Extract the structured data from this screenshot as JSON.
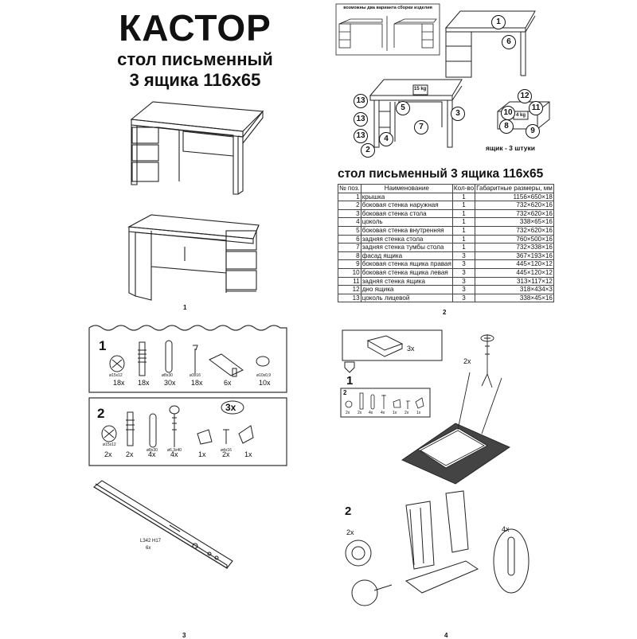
{
  "page1": {
    "title": "КАСТОР",
    "subtitle1": "стол письменный",
    "subtitle2": "3 ящика 116х65",
    "page_number": "1"
  },
  "page2": {
    "variant_note": "возможны два варианта сборки изделия",
    "weight_top": "15 kg",
    "weight_drawer": "4 kg",
    "drawer_caption": "ящик - 3 штуки",
    "callouts_main": [
      "1",
      "6"
    ],
    "callouts_exploded": [
      "13",
      "5",
      "3",
      "13",
      "13",
      "7",
      "4",
      "2"
    ],
    "callouts_drawer": [
      "12",
      "10",
      "11",
      "8",
      "9"
    ],
    "table_title": "стол письменный 3 ящика 116х65",
    "table_headers": [
      "№ поз.",
      "Наименование",
      "Кол-во",
      "Габаритные размеры, мм"
    ],
    "table_rows": [
      [
        "1",
        "крышка",
        "1",
        "1156×650×18"
      ],
      [
        "2",
        "боковая стенка наружная",
        "1",
        "732×620×16"
      ],
      [
        "3",
        "боковая стенка стола",
        "1",
        "732×620×16"
      ],
      [
        "4",
        "цоколь",
        "1",
        "338×65×16"
      ],
      [
        "5",
        "боковая стенка  внутренняя",
        "1",
        "732×620×16"
      ],
      [
        "6",
        "задняя стенка стола",
        "1",
        "760×500×16"
      ],
      [
        "7",
        "задняя стенка тумбы стола",
        "1",
        "732×338×16"
      ],
      [
        "8",
        "фасад ящика",
        "3",
        "367×193×16"
      ],
      [
        "9",
        "боковая стенка ящика правая",
        "3",
        "445×120×12"
      ],
      [
        "10",
        "боковая стенка ящика левая",
        "3",
        "445×120×12"
      ],
      [
        "11",
        "задняя стенка ящика",
        "3",
        "313×117×12"
      ],
      [
        "12",
        "дно ящика",
        "3",
        "318×434×3"
      ],
      [
        "13",
        "цоколь лицевой",
        "3",
        "338×45×16"
      ]
    ],
    "page_number": "2"
  },
  "page3": {
    "kit1": {
      "number": "1",
      "items": [
        {
          "label": "ø15x12",
          "count": "18x"
        },
        {
          "label": "",
          "count": "18x"
        },
        {
          "label": "ø8x30",
          "count": "30x"
        },
        {
          "label": "ø3x16",
          "count": "18x"
        },
        {
          "label": "",
          "count": "6x"
        },
        {
          "label": "ø10x0,9",
          "count": "10x"
        }
      ]
    },
    "kit2": {
      "number": "2",
      "multiplier": "3x",
      "items": [
        {
          "label": "ø15x12",
          "count": "2x"
        },
        {
          "label": "",
          "count": "2x"
        },
        {
          "label": "ø8x30",
          "count": "4x"
        },
        {
          "label": "ø6,3x40",
          "count": "4x"
        },
        {
          "label": "",
          "count": "1x"
        },
        {
          "label": "ø4x16",
          "count": "2x"
        },
        {
          "label": "",
          "count": "1x"
        }
      ]
    },
    "rail_label": "L342 H17",
    "rail_count": "6x",
    "page_number": "3"
  },
  "page4": {
    "step1": "1",
    "box_count": "3x",
    "cam_count": "2x",
    "mini_kit": {
      "number": "2",
      "counts": [
        "2x",
        "2x",
        "4x",
        "4x",
        "1x",
        "2x",
        "1x"
      ]
    },
    "step2": "2",
    "detail_count_a": "2x",
    "detail_count_b": "4x",
    "page_number": "4"
  }
}
